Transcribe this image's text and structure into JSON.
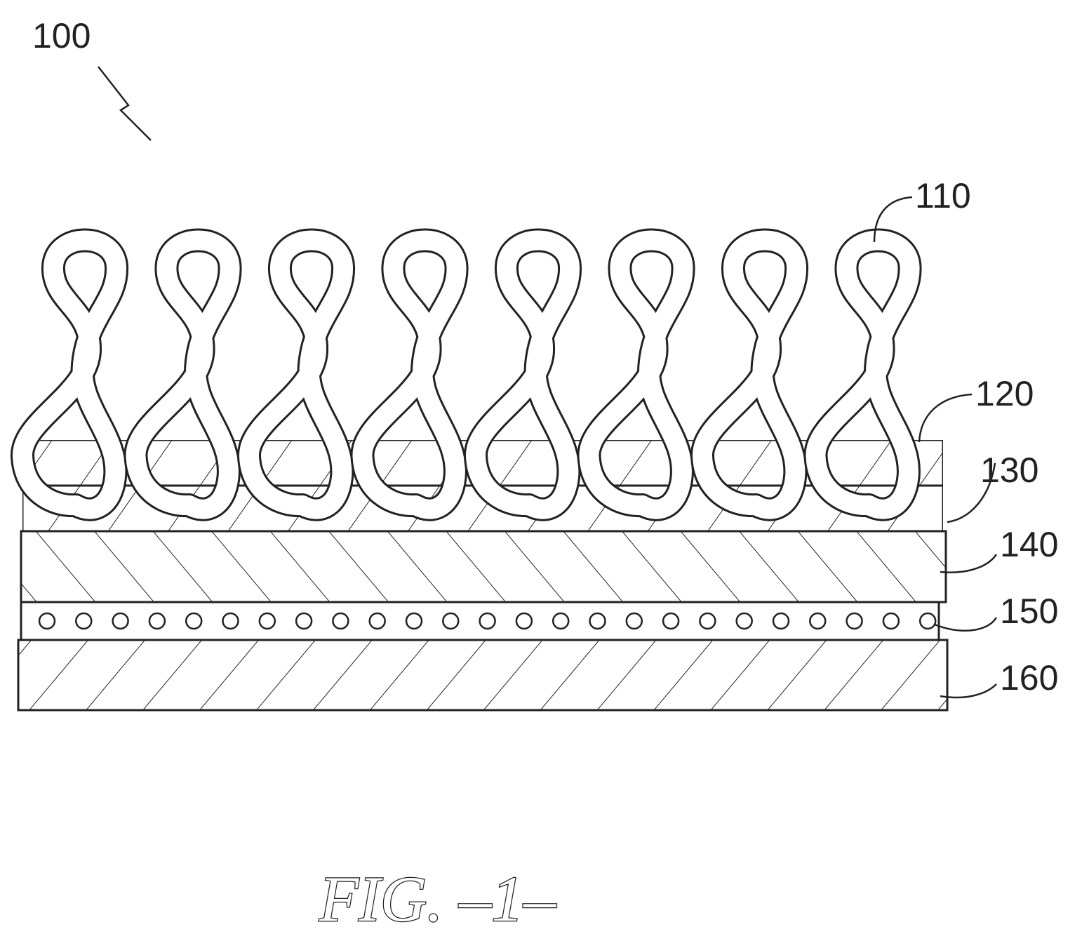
{
  "figure": {
    "reference": "100",
    "caption": "FIG. –1–",
    "labels": {
      "loops": "110",
      "layer_120": "120",
      "layer_130": "130",
      "layer_140": "140",
      "layer_150": "150",
      "layer_160": "160"
    },
    "loop_count": 8,
    "circle_count": 25
  },
  "colors": {
    "line": "#222222",
    "background": "#ffffff"
  }
}
